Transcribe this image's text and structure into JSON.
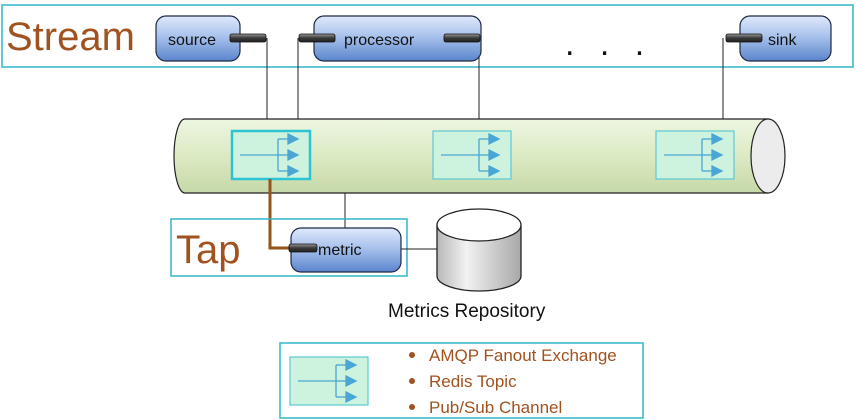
{
  "stream": {
    "label": "Stream",
    "ellipsis": ". . .",
    "modules": [
      {
        "name": "source"
      },
      {
        "name": "processor"
      },
      {
        "name": "sink"
      }
    ]
  },
  "tap": {
    "label": "Tap",
    "module": "metric"
  },
  "repository": {
    "label": "Metrics Repository"
  },
  "legend": {
    "items": [
      "AMQP Fanout Exchange",
      "Redis Topic",
      "Pub/Sub Channel"
    ]
  },
  "colors": {
    "frame_border": "#31b6c9",
    "module_fill_top": "#c9d9f5",
    "module_fill_bottom": "#5d88cf",
    "pipe_fill": "#d9ebbe",
    "exchange_fill": "#cdf3df",
    "arrow": "#4aa6d4",
    "tap_wire": "#94541b",
    "label_brown": "#a0521f"
  }
}
